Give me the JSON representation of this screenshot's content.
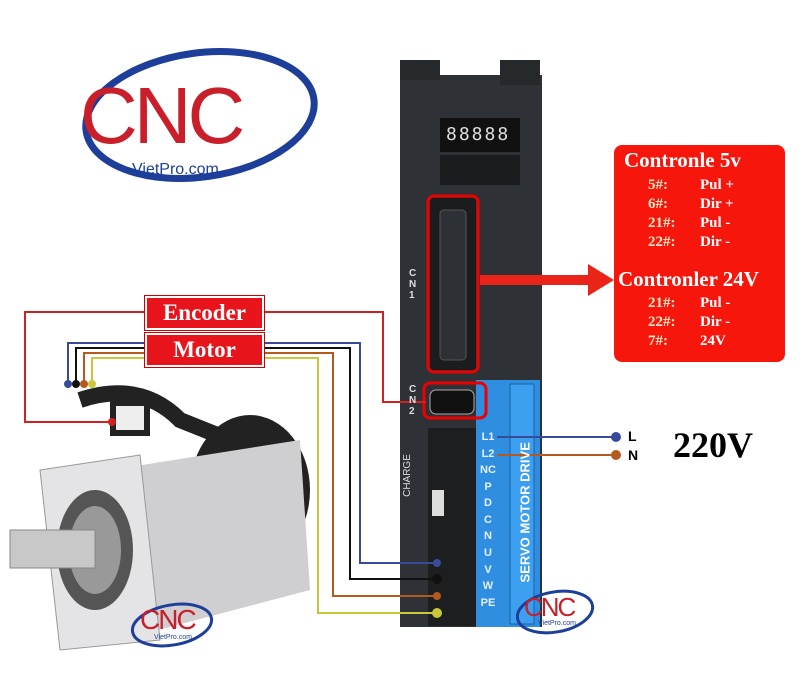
{
  "logo_main": {
    "text": "CNC",
    "subtext": "VietPro.com"
  },
  "logo_small": {
    "text": "CNC",
    "subtext": "VietPro.com"
  },
  "labels": {
    "encoder": "Encoder",
    "motor": "Motor"
  },
  "drive": {
    "brand_text": "SERVO MOTOR DRIVE",
    "cn1": "CN1",
    "cn2": "CN2",
    "charge": "CHARGE",
    "display": "88888",
    "terminals": [
      "L1",
      "L2",
      "NC",
      "P",
      "D",
      "C",
      "N",
      "U",
      "V",
      "W",
      "PE"
    ]
  },
  "power": {
    "l": "L",
    "n": "N",
    "voltage": "220V"
  },
  "panel": {
    "title_5v": "Contronle 5v",
    "rows_5v": [
      {
        "pin": "5#:",
        "signal": "Pul +"
      },
      {
        "pin": "6#:",
        "signal": "Dir +"
      },
      {
        "pin": "21#:",
        "signal": "Pul -"
      },
      {
        "pin": "22#:",
        "signal": "Dir -"
      }
    ],
    "title_24v": "Contronler 24V",
    "rows_24v": [
      {
        "pin": "21#:",
        "signal": "Pul -"
      },
      {
        "pin": "22#:",
        "signal": "Dir -"
      },
      {
        "pin": "7#:",
        "signal": "24V"
      }
    ]
  },
  "colors": {
    "red": "#e8141c",
    "blue": "#3a4a9a",
    "brown": "#b45a1e",
    "yellow": "#c8c83a",
    "drive_body": "#2e3236",
    "drive_blue": "#2f8ee0"
  }
}
